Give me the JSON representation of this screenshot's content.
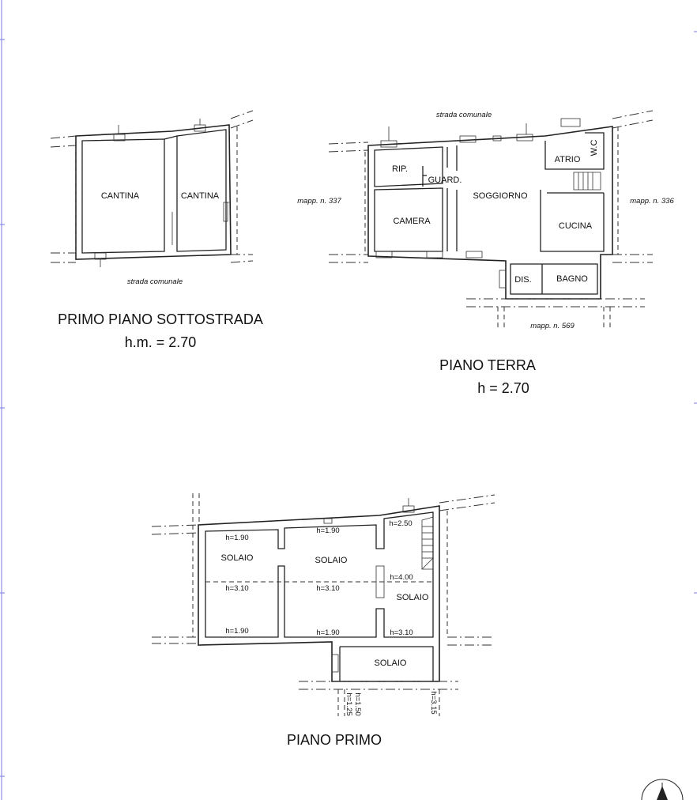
{
  "plan1": {
    "title": "PRIMO PIANO SOTTOSTRADA",
    "height": "h.m. = 2.70",
    "rooms": [
      "CANTINA",
      "CANTINA"
    ],
    "note_strada": "strada comunale"
  },
  "plan2": {
    "title": "PIANO TERRA",
    "height": "h = 2.70",
    "rooms": {
      "rip": "RIP.",
      "guard": "GUARD.",
      "soggiorno": "SOGGIORNO",
      "atrio": "ATRIO",
      "wc": "W.C",
      "camera": "CAMERA",
      "cucina": "CUCINA",
      "dis": "DIS.",
      "bagno": "BAGNO"
    },
    "note_strada": "strada comunale",
    "mapp_left": "mapp. n. 337",
    "mapp_right": "mapp. n. 336",
    "mapp_bottom": "mapp. n. 569"
  },
  "plan3": {
    "title": "PIANO PRIMO",
    "rooms": [
      "SOLAIO",
      "SOLAIO",
      "SOLAIO",
      "SOLAIO"
    ],
    "heights": {
      "h1": "h=1.90",
      "h2": "h=1.90",
      "h3": "h=2.50",
      "h4": "h=3.10",
      "h5": "h=3.10",
      "h6": "h=4.00",
      "h7": "h=1.90",
      "h8": "h=1.90",
      "h9": "h=3.10",
      "v1": "h=1.25",
      "v2": "h=1.50",
      "v3": "h=3.15"
    }
  }
}
